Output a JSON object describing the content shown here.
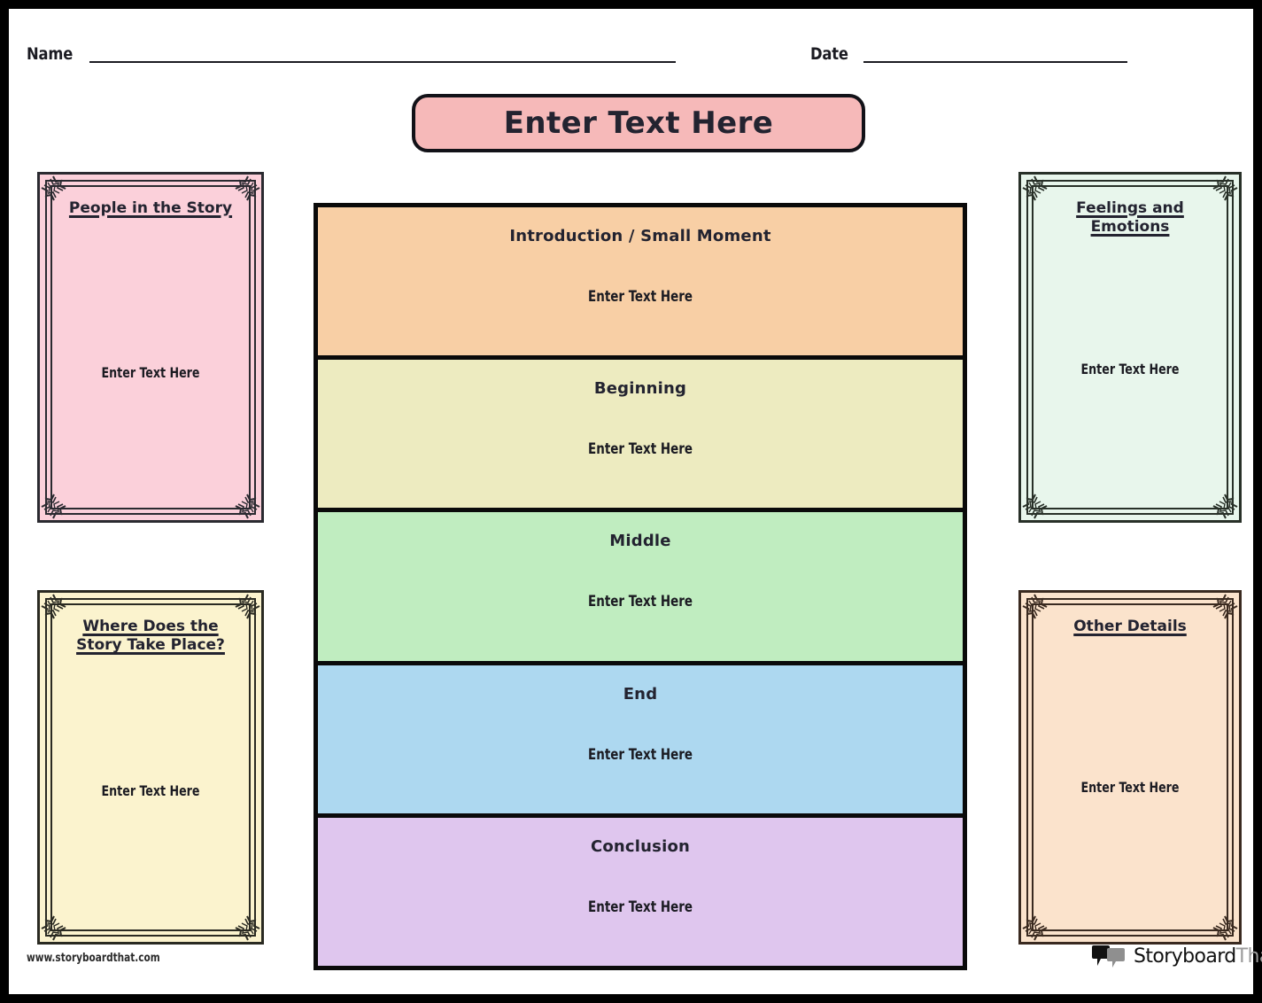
{
  "header": {
    "name_label": "Name",
    "date_label": "Date"
  },
  "title": {
    "text": "Enter Text Here"
  },
  "center": {
    "sections": [
      {
        "heading": "Introduction / Small Moment",
        "body": "Enter Text Here",
        "color": "#F8CFA5"
      },
      {
        "heading": "Beginning",
        "body": "Enter Text Here",
        "color": "#EDEBC0"
      },
      {
        "heading": "Middle",
        "body": "Enter Text Here",
        "color": "#C0EDC0"
      },
      {
        "heading": "End",
        "body": "Enter Text Here",
        "color": "#ADD8F0"
      },
      {
        "heading": "Conclusion",
        "body": "Enter Text Here",
        "color": "#DFC6EE"
      }
    ]
  },
  "panels": {
    "people": {
      "title": "People in the Story",
      "body": "Enter Text Here",
      "color": "#FBD0DA"
    },
    "setting": {
      "title": "Where Does the Story Take Place?",
      "body": "Enter Text Here",
      "color": "#FBF3CE"
    },
    "feelings": {
      "title": "Feelings and Emotions",
      "body": "Enter Text Here",
      "color": "#E8F6EC"
    },
    "other": {
      "title": "Other Details",
      "body": "Enter Text Here",
      "color": "#FBE3CC"
    }
  },
  "footer": {
    "url": "www.storyboardthat.com",
    "logo_primary": "Storyboard",
    "logo_secondary": "That"
  }
}
